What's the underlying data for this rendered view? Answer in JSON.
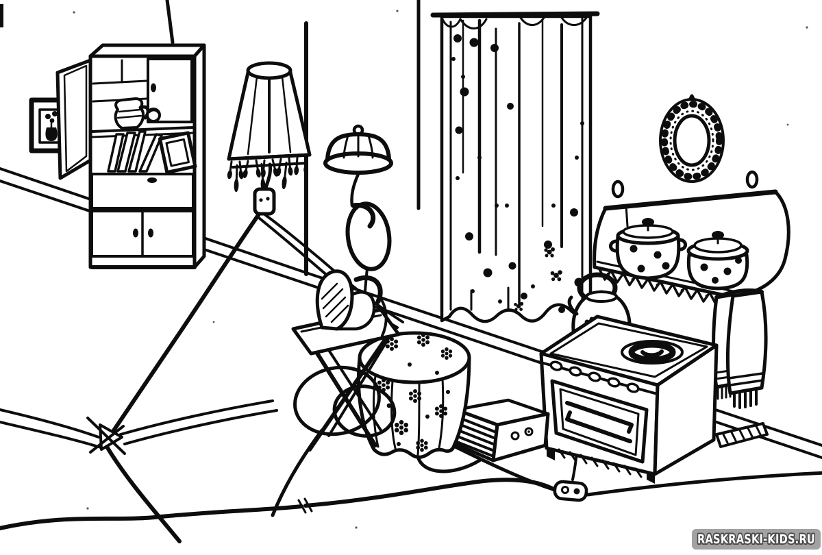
{
  "page": {
    "type": "coloring-page",
    "scene": "Room interior with many electrical appliances plugged into one outlet (fire-safety coloring page)",
    "paper_color": "#ffffff",
    "ink_color": "#0d0d0d",
    "objects": [
      "picture-frame-with-vase",
      "cabinet-with-open-door-jug-and-books",
      "fringed-wall-lamp",
      "power-outlet",
      "pendant-lamp",
      "polka-dot-curtain",
      "ornate-wall-mirror",
      "wall-shelf-with-two-pots",
      "hanging-towel",
      "stove-with-oven",
      "kettle-on-stove",
      "stove-burner",
      "electric-heater",
      "round-table-with-flowered-tablecloth",
      "iron-standing-on-folding-stool",
      "extension-cords-on-floor",
      "cord-connector",
      "baseboards",
      "wall-corner"
    ]
  },
  "watermark": {
    "label": "RASKRASKI-KIDS.RU",
    "background": "#a2a2a2",
    "text_color": "#ffffff",
    "outline_color": "#4a4a4a"
  }
}
